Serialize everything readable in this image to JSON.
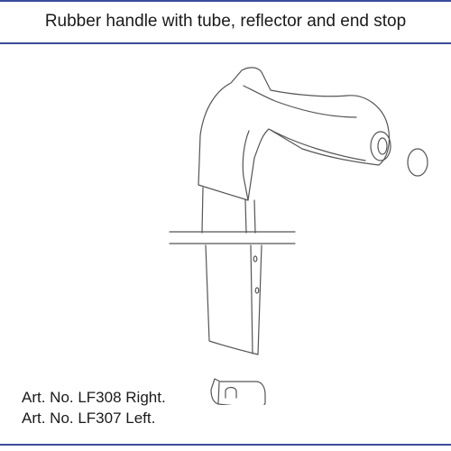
{
  "header": {
    "title": "Rubber handle with tube, reflector and end stop"
  },
  "footer": {
    "art_right": "Art. No. LF308 Right.",
    "art_left": "Art. No. LF307 Left."
  },
  "colors": {
    "rule": "#3a4c9a",
    "line": "#555555",
    "text": "#1a1a1a"
  }
}
